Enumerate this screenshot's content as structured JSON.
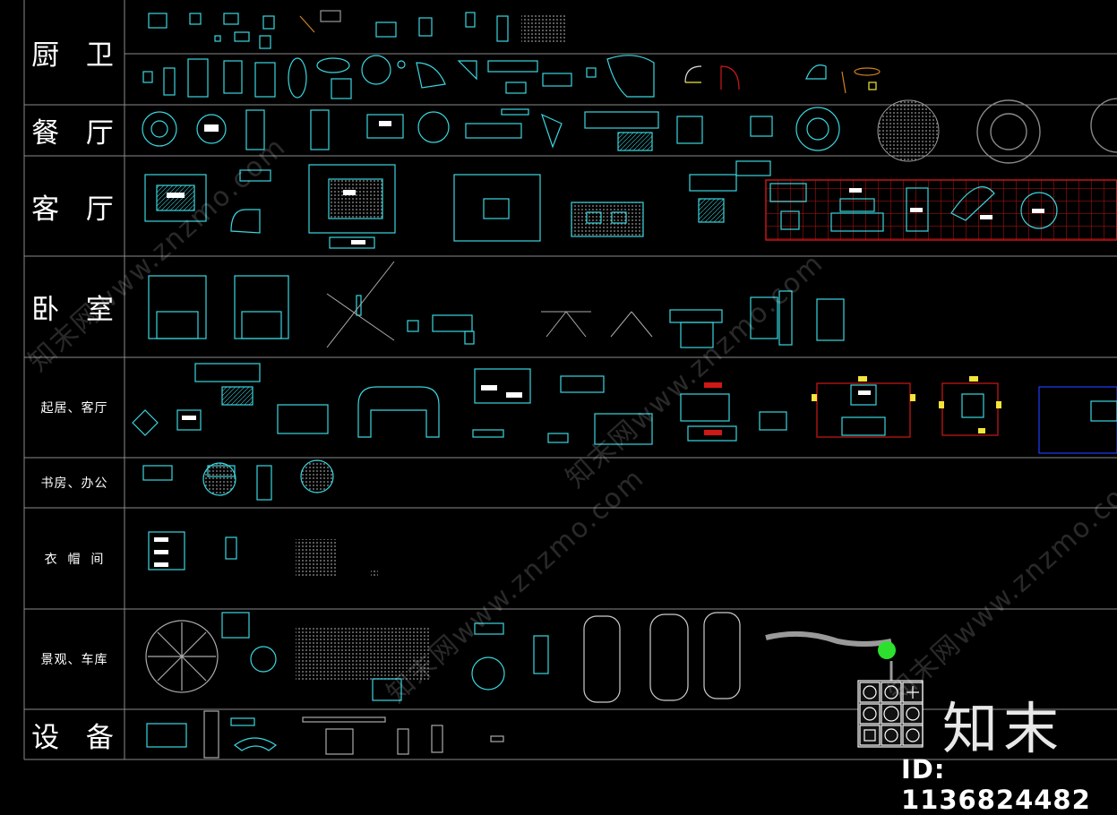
{
  "sheet": {
    "background": "#000000",
    "line_color": "#8a8a8a",
    "symbol_color": "#3ad7e0",
    "accent_red": "#d01818",
    "accent_yellow": "#f3e53a",
    "accent_blue": "#1f3cff"
  },
  "categories": [
    {
      "label": "厨 卫",
      "style": "big"
    },
    {
      "label": "餐 厅",
      "style": "big"
    },
    {
      "label": "客 厅",
      "style": "big"
    },
    {
      "label": "卧 室",
      "style": "big"
    },
    {
      "label": "起居、客厅",
      "style": "small"
    },
    {
      "label": "书房、办公",
      "style": "small"
    },
    {
      "label": "衣  帽  间",
      "style": "small"
    },
    {
      "label": "景观、车库",
      "style": "small"
    },
    {
      "label": "设 备",
      "style": "big"
    }
  ],
  "watermark": {
    "site_text": "知末网www.znzmo.com"
  },
  "brand": {
    "name": "知末",
    "id_text": "ID: 1136824482",
    "logo_icon": "checker-grid-logo-icon"
  }
}
